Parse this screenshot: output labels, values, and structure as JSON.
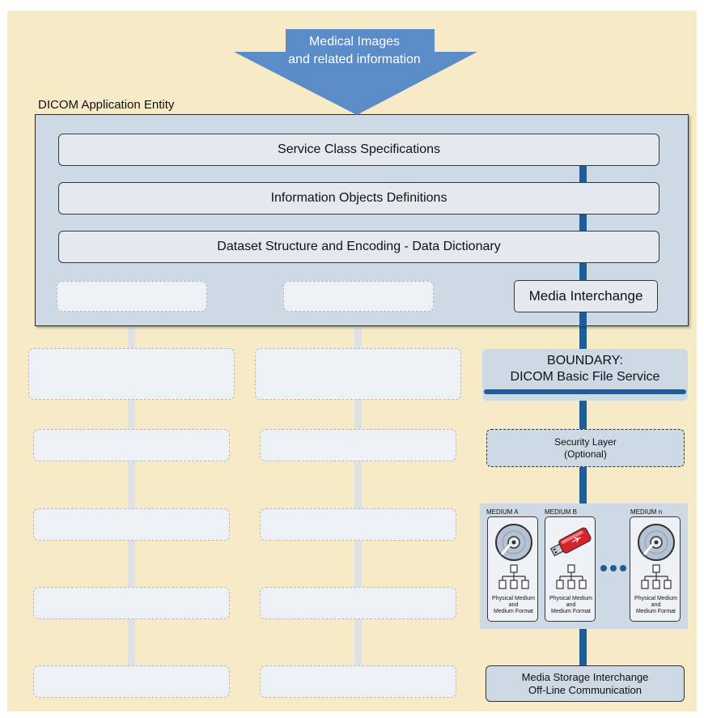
{
  "arrow": {
    "line1": "Medical Images",
    "line2": "and related information"
  },
  "entity": {
    "label": "DICOM Application Entity"
  },
  "layers": {
    "service_class": "Service Class Specifications",
    "iod": "Information Objects Definitions",
    "dataset": "Dataset Structure and Encoding - Data Dictionary",
    "media_interchange": "Media Interchange"
  },
  "boundary": {
    "line1": "BOUNDARY:",
    "line2": "DICOM Basic File Service"
  },
  "security": {
    "line1": "Security Layer",
    "line2": "(Optional)"
  },
  "media": {
    "items": [
      {
        "title": "MEDIUM A",
        "icon": "cd-disc-icon",
        "caption1": "Physical Medium",
        "caption2": "and",
        "caption3": "Medium Format"
      },
      {
        "title": "MEDIUM B",
        "icon": "usb-drive-icon",
        "caption1": "Physical Medium",
        "caption2": "and",
        "caption3": "Medium Format"
      },
      {
        "title": "MEDIUM n",
        "icon": "cd-disc-icon",
        "caption1": "Physical Medium",
        "caption2": "and",
        "caption3": "Medium Format"
      }
    ]
  },
  "storage": {
    "line1": "Media Storage Interchange",
    "line2": "Off-Line Communication"
  },
  "colors": {
    "background": "#f6ebc6",
    "entity": "#cdd9e5",
    "connector": "#1f5e95",
    "arrow": "#5b8cc8"
  }
}
